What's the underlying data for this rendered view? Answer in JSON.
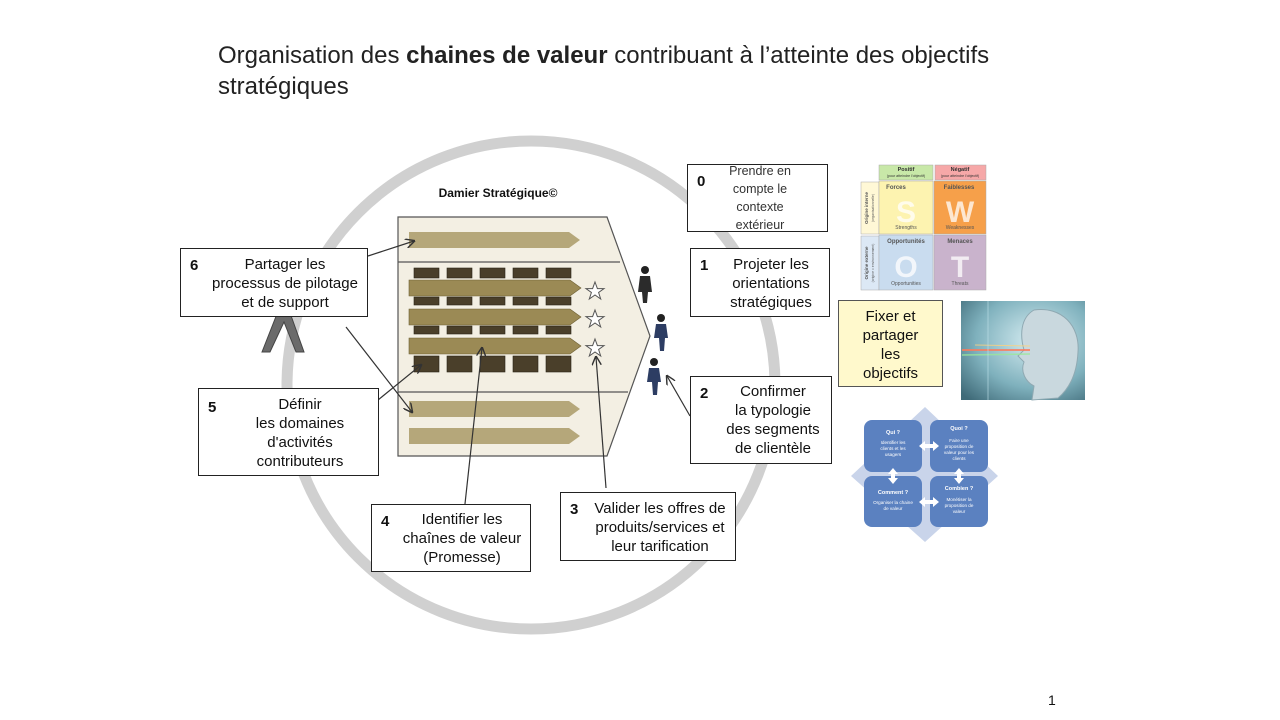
{
  "slide": {
    "title_pre": "Organisation des ",
    "title_bold": "chaines de valeur",
    "title_post": " contribuant à l’atteinte des objectifs stratégiques",
    "page_number": "1"
  },
  "damier": {
    "title": "Damier Stratégique©"
  },
  "steps": [
    {
      "num": "0",
      "lines": [
        "Prendre en",
        "compte le",
        "contexte",
        "extérieur"
      ]
    },
    {
      "num": "1",
      "lines": [
        "Projeter les",
        "orientations",
        "stratégiques"
      ]
    },
    {
      "num": "2",
      "lines": [
        "Confirmer",
        "la typologie",
        "des segments",
        "de clientèle"
      ]
    },
    {
      "num": "3",
      "lines": [
        "Valider les offres de",
        "produits/services et",
        "leur tarification"
      ]
    },
    {
      "num": "4",
      "lines": [
        "Identifier les",
        "chaînes de valeur",
        "(Promesse)"
      ]
    },
    {
      "num": "5",
      "lines": [
        "Définir",
        "les domaines",
        "d'activités",
        "contributeurs"
      ]
    },
    {
      "num": "6",
      "lines": [
        "Partager les",
        "processus de pilotage",
        "et de support"
      ]
    }
  ],
  "objectifs": {
    "lines": [
      "Fixer et",
      "partager",
      "les",
      "objectifs"
    ]
  },
  "swot": {
    "positif": "Positif",
    "positif_sub": "(pour atteindre l'objectif)",
    "negatif": "Négatif",
    "negatif_sub": "(pour atteindre l'objectif)",
    "interne": "Origine interne",
    "interne_sub": "(organisationnelle)",
    "externe": "Origine externe",
    "externe_sub": "(origine = environnement)",
    "forces": "Forces",
    "faiblesses": "Faiblesses",
    "opportunites": "Opportunités",
    "menaces": "Menaces",
    "s": "S",
    "w": "W",
    "o": "O",
    "t": "T",
    "strengths": "Strengths",
    "weaknesses": "Weaknesses",
    "opportunities": "Opportunities",
    "threats": "Threats",
    "colors": {
      "s": "#fdf3b0",
      "w": "#f6a04a",
      "o": "#c9dcef",
      "t": "#c9b3cc"
    }
  },
  "canvas": {
    "qui_title": "Qui ?",
    "qui_text": [
      "Identifier les",
      "clients et les",
      "usagers"
    ],
    "quoi_title": "Quoi ?",
    "quoi_text": [
      "Faire une",
      "proposition de",
      "valeur pour les",
      "clients"
    ],
    "comment_title": "Comment ?",
    "comment_text": [
      "Organiser la chaine",
      "de valeur"
    ],
    "combien_title": "Combien ?",
    "combien_text": [
      "Monétiser la",
      "proposition de",
      "valeur"
    ]
  }
}
